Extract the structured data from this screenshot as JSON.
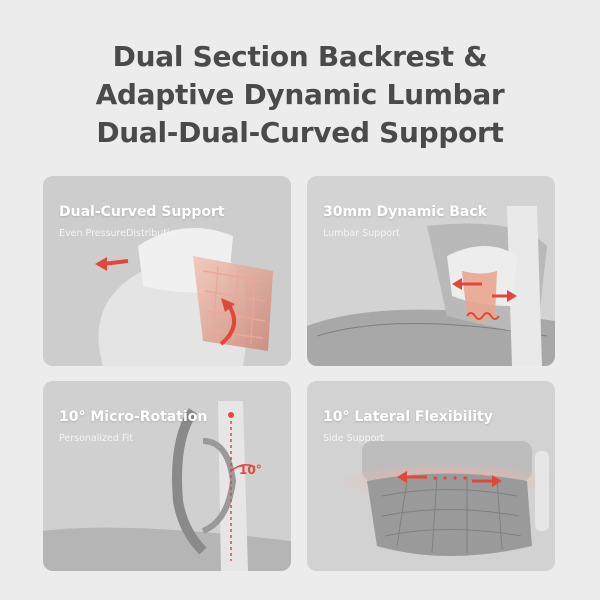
{
  "headline": {
    "line1": "Dual Section Backrest &",
    "line2": "Adaptive Dynamic Lumbar",
    "line3": "Dual-Dual-Curved Support"
  },
  "panels": [
    {
      "title": "Dual-Curved Support",
      "subtitle": "Even PressureDistribution"
    },
    {
      "title": "30mm Dynamic Back",
      "subtitle": "Lumbar Support"
    },
    {
      "title": "10° Micro-Rotation",
      "subtitle": "Personalized Fit",
      "angle_label": "10°"
    },
    {
      "title": "10° Lateral Flexibility",
      "subtitle": "Side Support"
    }
  ],
  "colors": {
    "accent": "#e2483a",
    "headline": "#4a4a4a",
    "panel_bg": "#cfcfcf"
  }
}
